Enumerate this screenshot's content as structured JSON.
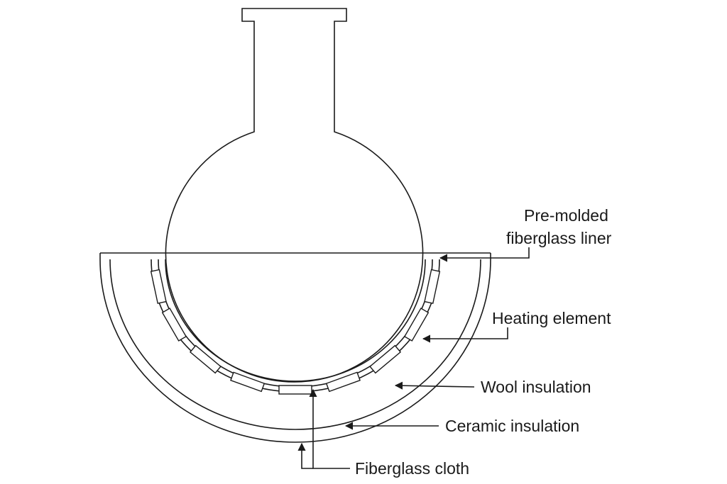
{
  "labels": {
    "liner_line1": "Pre-molded",
    "liner_line2": "fiberglass liner",
    "heating": "Heating element",
    "wool": "Wool insulation",
    "ceramic": "Ceramic insulation",
    "cloth": "Fiberglass cloth"
  },
  "colors": {
    "stroke": "#1a1a1a",
    "background": "#ffffff"
  }
}
